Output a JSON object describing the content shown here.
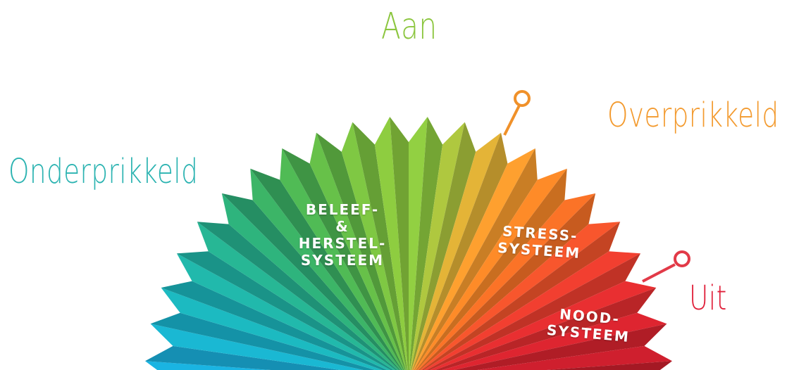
{
  "labels": {
    "on": "Aan",
    "over": "Overprikkeld",
    "under": "Onderprikkeld",
    "off": "Uit"
  },
  "systems": {
    "beleef": [
      "BELEEF-",
      "&",
      "HERSTEL-",
      "SYSTEEM"
    ],
    "stress": [
      "STRESS-",
      "SYSTEEM"
    ],
    "nood": [
      "NOOD-",
      "SYSTEEM"
    ]
  },
  "colors": {
    "on": "#8cc63f",
    "over": "#f39a2e",
    "under": "#2bb3b1",
    "off": "#e0203a",
    "pin_over": "#f0912a",
    "pin_off": "#e23a48",
    "fan_stops": [
      "#19a8dc",
      "#18b0c0",
      "#22ae98",
      "#2fa86a",
      "#55b348",
      "#84c03c",
      "#8cc63f",
      "#f0a030",
      "#ef7a22",
      "#e8432d",
      "#d8252f",
      "#bc1b2a"
    ]
  },
  "icons": [
    "pin-marker-icon"
  ]
}
